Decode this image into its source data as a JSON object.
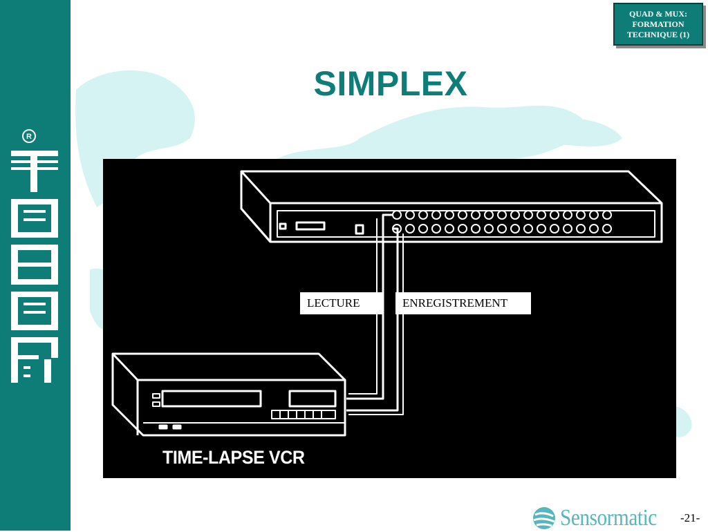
{
  "badge": {
    "line1": "QUAD & MUX:",
    "line2": "FORMATION",
    "line3": "TECHNIQUE (1)"
  },
  "slide": {
    "title": "SIMPLEX",
    "page_number": "-21-"
  },
  "logo": {
    "text": "ROBOT",
    "registered_mark": "®"
  },
  "diagram": {
    "label_playback": "LECTURE",
    "label_record": "ENREGISTREMENT",
    "vcr_caption": "TIME-LAPSE VCR"
  },
  "footer": {
    "brand": "Sensormatic"
  },
  "colors": {
    "teal": "#0e7d78",
    "light_teal": "#56b6bb",
    "map_tint": "#d4f2f2"
  }
}
